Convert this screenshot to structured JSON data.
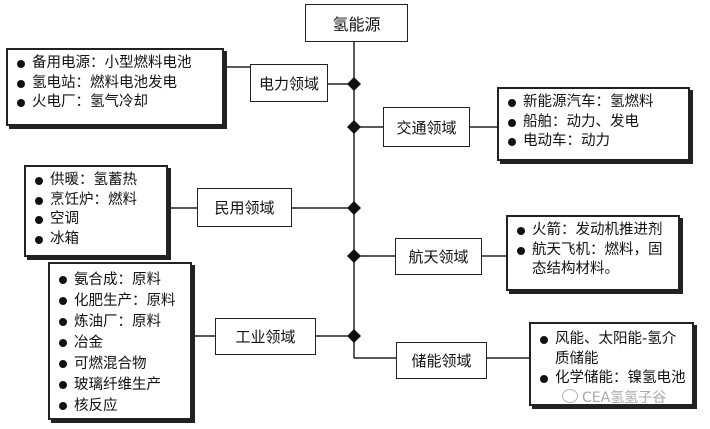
{
  "root": {
    "label": "氢能源"
  },
  "branches": {
    "electric": {
      "label": "电力领域",
      "items": [
        "备用电源：小型燃料电池",
        "氢电站：燃料电池发电",
        "火电厂：氢气冷却"
      ]
    },
    "traffic": {
      "label": "交通领域",
      "items": [
        "新能源汽车：氢燃料",
        "船舶：动力、发电",
        "电动车：动力"
      ]
    },
    "civil": {
      "label": "民用领域",
      "items": [
        "供暖：氢蓄热",
        "烹饪炉：燃料",
        "空调",
        "冰箱"
      ]
    },
    "aerospace": {
      "label": "航天领域",
      "items": [
        "火箭：发动机推进剂",
        "航天飞机：燃料，固态结构材料。"
      ]
    },
    "industry": {
      "label": "工业领域",
      "items": [
        "氨合成：原料",
        "化肥生产：原料",
        "炼油厂：原料",
        "冶金",
        "可燃混合物",
        "玻璃纤维生产",
        "核反应"
      ]
    },
    "storage": {
      "label": "储能领域",
      "items": [
        "风能、太阳能-氢介质储能",
        "化学储能：镍氢电池"
      ]
    }
  },
  "watermark": {
    "text": "CEA氢氢子谷"
  }
}
